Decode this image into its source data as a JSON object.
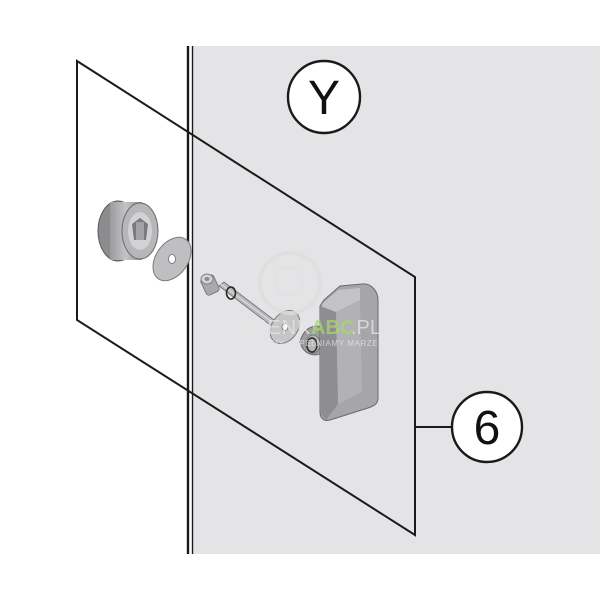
{
  "callouts": {
    "view_label": "Y",
    "part_number": "6"
  },
  "watermark": {
    "brand_prefix": "LAZIENKI",
    "brand_highlight": "ABC",
    "brand_suffix": ".PL",
    "tagline": "NIE SPRZEDAJEMY - SPEŁNIAMY MARZENIA"
  },
  "colors": {
    "wall": "#e4e4e6",
    "outline": "#1a1a1a",
    "part_dark": "#8a8a8c",
    "part_mid": "#a8a8aa",
    "part_light": "#c9c9cb",
    "watermark_accent": "#a6d86b"
  }
}
